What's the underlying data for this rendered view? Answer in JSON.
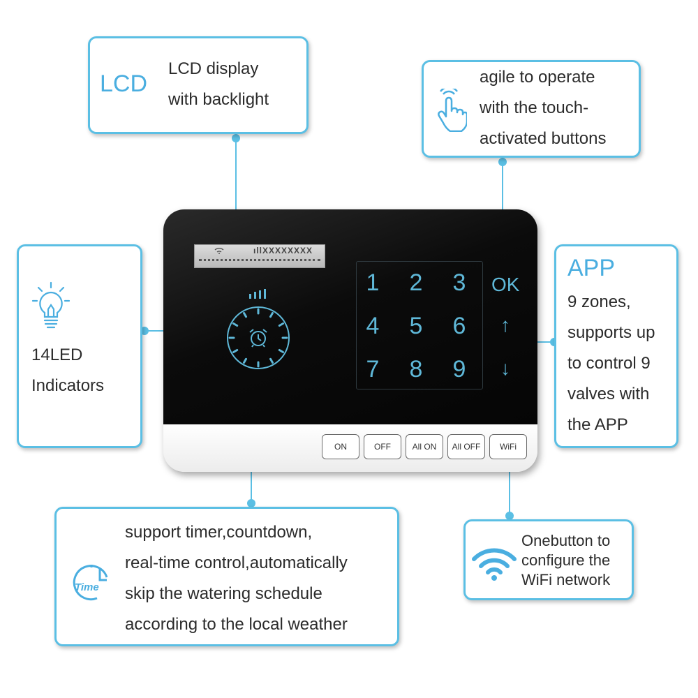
{
  "callouts": {
    "lcd": {
      "heading": "LCD",
      "lines": [
        "LCD display",
        "with backlight"
      ]
    },
    "touch": {
      "lines": [
        "agile to operate",
        "with the touch-",
        "activated buttons"
      ]
    },
    "led": {
      "lines": [
        "14LED",
        "Indicators"
      ]
    },
    "app": {
      "heading": "APP",
      "lines": [
        "9 zones,",
        "supports up",
        "to control 9",
        "valves with",
        "the APP"
      ]
    },
    "timer": {
      "icon_label": "Time",
      "lines": [
        "support timer,countdown,",
        "real-time control,automatically",
        "skip the watering schedule",
        "according to the local weather"
      ]
    },
    "wifi": {
      "lines": [
        "Onebutton to",
        "configure the",
        "WiFi network"
      ]
    }
  },
  "device": {
    "lcd_text": [
      "ıllXXXXXXXX"
    ],
    "keypad": [
      "1",
      "2",
      "3",
      "4",
      "5",
      "6",
      "7",
      "8",
      "9"
    ],
    "side_keys": [
      "OK",
      "↑",
      "↓"
    ],
    "buttons": [
      "ON",
      "OFF",
      "All ON",
      "All OFF",
      "WiFi"
    ]
  },
  "colors": {
    "accent": "#5bbfe4",
    "heading": "#4aaee0",
    "key_glow": "#5fb8d8"
  },
  "icons": [
    "light-bulb-icon",
    "touch-hand-icon",
    "clock-icon",
    "wifi-icon",
    "alarm-clock-icon",
    "signal-bars-icon"
  ]
}
